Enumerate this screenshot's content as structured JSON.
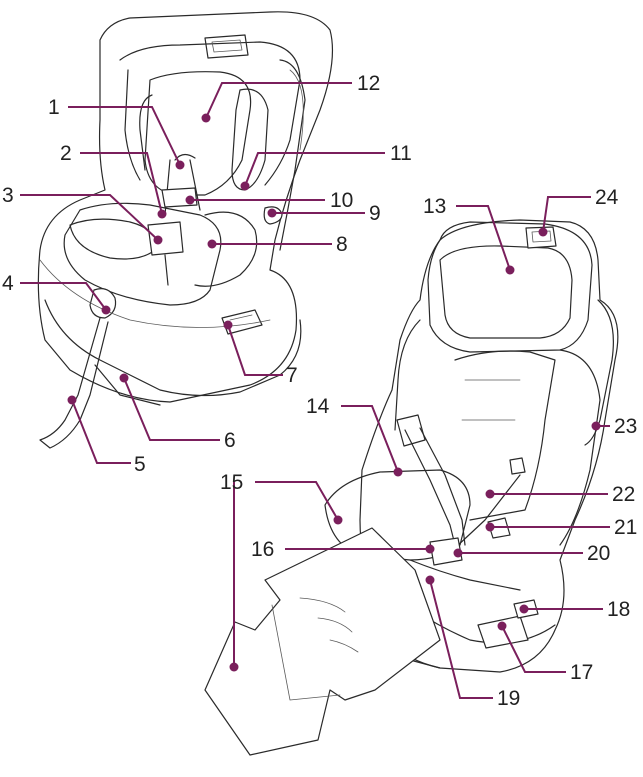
{
  "accent_color": "#7a1f5c",
  "callouts": [
    {
      "id": "1",
      "label": "1"
    },
    {
      "id": "2",
      "label": "2"
    },
    {
      "id": "3",
      "label": "3"
    },
    {
      "id": "4",
      "label": "4"
    },
    {
      "id": "5",
      "label": "5"
    },
    {
      "id": "6",
      "label": "6"
    },
    {
      "id": "7",
      "label": "7"
    },
    {
      "id": "8",
      "label": "8"
    },
    {
      "id": "9",
      "label": "9"
    },
    {
      "id": "10",
      "label": "10"
    },
    {
      "id": "11",
      "label": "11"
    },
    {
      "id": "12",
      "label": "12"
    },
    {
      "id": "13",
      "label": "13"
    },
    {
      "id": "14",
      "label": "14"
    },
    {
      "id": "15",
      "label": "15"
    },
    {
      "id": "16",
      "label": "16"
    },
    {
      "id": "17",
      "label": "17"
    },
    {
      "id": "18",
      "label": "18"
    },
    {
      "id": "19",
      "label": "19"
    },
    {
      "id": "20",
      "label": "20"
    },
    {
      "id": "21",
      "label": "21"
    },
    {
      "id": "22",
      "label": "22"
    },
    {
      "id": "23",
      "label": "23"
    },
    {
      "id": "24",
      "label": "24"
    }
  ]
}
